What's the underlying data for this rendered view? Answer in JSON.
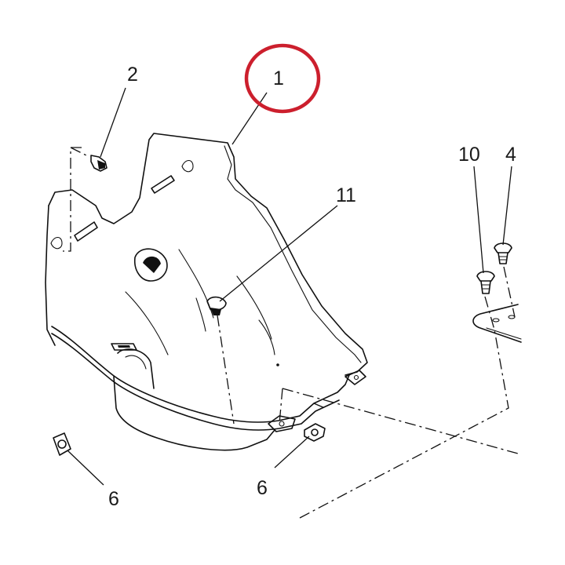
{
  "callouts": [
    {
      "id": "c1",
      "label": "1"
    },
    {
      "id": "c2",
      "label": "2"
    },
    {
      "id": "c4",
      "label": "4"
    },
    {
      "id": "c6a",
      "label": "6"
    },
    {
      "id": "c6b",
      "label": "6"
    },
    {
      "id": "c10",
      "label": "10"
    },
    {
      "id": "c11",
      "label": "11"
    }
  ],
  "highlight": {
    "target": "1",
    "color": "#cc1f2d"
  },
  "colors": {
    "line": "#111111",
    "background": "#ffffff"
  }
}
